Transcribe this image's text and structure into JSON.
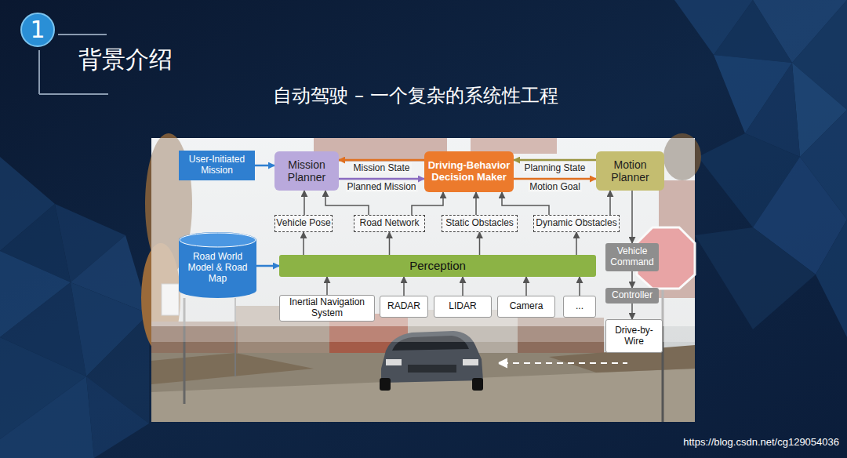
{
  "diagram": {
    "title": "背景介绍",
    "nodes": [
      {
        "text": [
          "1"
        ]
      },
      {
        "text": [
          "User-Initiated Mission"
        ]
      },
      {
        "text": [
          "Mission Planner"
        ]
      },
      {
        "text": [
          "Driving-Behavior Decision Maker"
        ]
      },
      {
        "text": [
          "Motion Planner"
        ]
      },
      {
        "text": [
          "Vehicle Pose"
        ]
      },
      {
        "text": [
          "Road Network"
        ]
      },
      {
        "text": [
          "Static Obstacles"
        ]
      },
      {
        "text": [
          "Dynamic Obstacles"
        ]
      },
      {
        "text": [
          "Road World Model & Road Map"
        ]
      },
      {
        "text": [
          "Perception"
        ]
      },
      {
        "text": [
          "Vehicle Command"
        ]
      },
      {
        "text": [
          "Controller"
        ]
      },
      {
        "text": [
          "Inertial Navigation System"
        ]
      },
      {
        "text": [
          "RADAR"
        ]
      },
      {
        "text": [
          "LIDAR"
        ]
      },
      {
        "text": [
          "Camera"
        ]
      },
      {
        "text": [
          "..."
        ]
      },
      {
        "text": [
          "Drive-by-Wire"
        ]
      }
    ],
    "edges": [
      {
        "from": 1,
        "to": 2,
        "arrow": "to"
      },
      {
        "from": 3,
        "to": 2,
        "label": "Mission State",
        "arrow": "to"
      },
      {
        "from": 2,
        "to": 3,
        "label": "Planned Mission",
        "arrow": "to"
      },
      {
        "from": 4,
        "to": 3,
        "label": "Planning State",
        "arrow": "to"
      },
      {
        "from": 3,
        "to": 4,
        "label": "Motion Goal",
        "arrow": "to"
      },
      {
        "from": 5,
        "to": 2,
        "arrow": "to"
      },
      {
        "from": 6,
        "to": 2,
        "arrow": "to"
      },
      {
        "from": 6,
        "to": 3,
        "arrow": "to"
      },
      {
        "from": 7,
        "to": 3,
        "arrow": "to"
      },
      {
        "from": 8,
        "to": 3,
        "arrow": "to"
      },
      {
        "from": 8,
        "to": 4,
        "arrow": "to"
      },
      {
        "from": 10,
        "to": 5,
        "arrow": "to"
      },
      {
        "from": 10,
        "to": 6,
        "arrow": "to"
      },
      {
        "from": 10,
        "to": 7,
        "arrow": "to"
      },
      {
        "from": 10,
        "to": 8,
        "arrow": "to"
      },
      {
        "from": 9,
        "to": 10,
        "arrow": "to"
      },
      {
        "from": 13,
        "to": 10,
        "arrow": "to"
      },
      {
        "from": 14,
        "to": 10,
        "arrow": "to"
      },
      {
        "from": 15,
        "to": 10,
        "arrow": "to"
      },
      {
        "from": 16,
        "to": 10,
        "arrow": "to"
      },
      {
        "from": 17,
        "to": 10,
        "arrow": "to"
      },
      {
        "from": 4,
        "to": 11,
        "arrow": "to"
      },
      {
        "from": 11,
        "to": 12,
        "arrow": "to"
      },
      {
        "from": 12,
        "to": 18,
        "arrow": "to"
      }
    ],
    "labels": [
      "自动驾驶 – 一个复杂的系统性工程",
      "https://blog.csdn.net/cg129054036"
    ]
  }
}
